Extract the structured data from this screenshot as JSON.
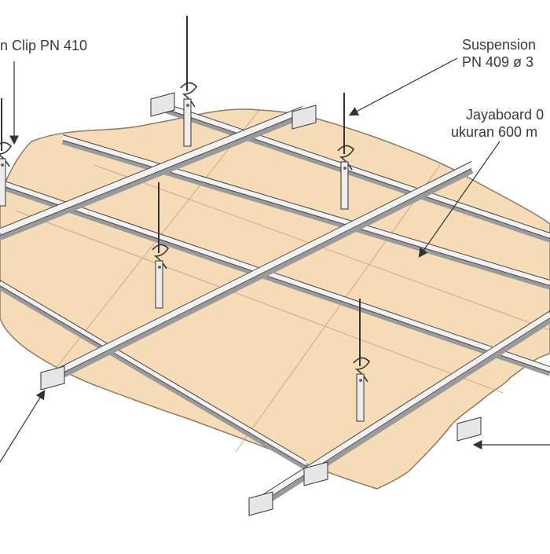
{
  "labels": {
    "clip": "n Clip PN 410",
    "suspension_1": "Suspension",
    "suspension_2": "PN 409 ø 3",
    "board_1": "Jayaboard",
    "board_1b": "0",
    "board_2": "ukuran 600 m"
  },
  "colors": {
    "board_fill": "#f5dcb6",
    "board_stroke": "#8a7a66",
    "rail_fill": "#eeeeee",
    "rail_shadow": "#b5b5b5",
    "line": "#333333"
  }
}
